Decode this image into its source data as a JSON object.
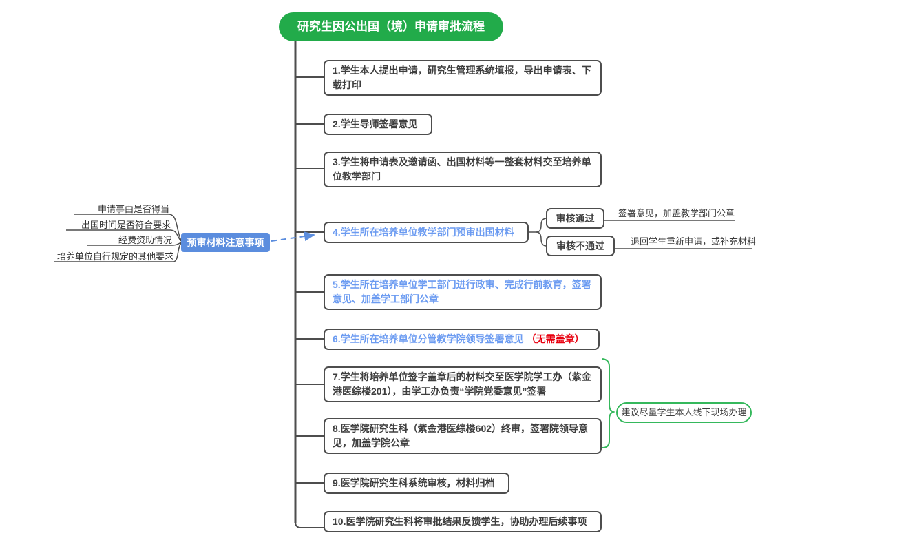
{
  "title": "研究生因公出国（境）申请审批流程",
  "colors": {
    "green": "#22ab4a",
    "brace-green": "#35b85c",
    "blue-fill": "#5b8dde",
    "blue-text": "#6b9bf1",
    "red-text": "#e8000f",
    "line-dark": "#4d4d4d",
    "text-dark": "#3e3e3e"
  },
  "steps": [
    {
      "text": "1.学生本人提出申请，研究生管理系统填报，导出申请表、下载打印"
    },
    {
      "text": "2.学生导师签署意见"
    },
    {
      "text": "3.学生将申请表及邀请函、出国材料等一整套材料交至培养单位教学部门"
    },
    {
      "text": "4.学生所在培养单位教学部门预审出国材料"
    },
    {
      "text": "5.学生所在培养单位学工部门进行政审、完成行前教育，签署意见、加盖学工部门公章"
    },
    {
      "text": "6.学生所在培养单位分管教学院领导签署意见 ",
      "red_note": "（无需盖章）"
    },
    {
      "text": "7.学生将培养单位签字盖章后的材料交至医学院学工办（紫金港医综楼201），由学工办负责“学院党委意见”签署"
    },
    {
      "text": "8.医学院研究生科（紫金港医综楼602）终审，签署院领导意见，加盖学院公章"
    },
    {
      "text": "9.医学院研究生科系统审核，材料归档"
    },
    {
      "text": "10.医学院研究生科将审批结果反馈学生，协助办理后续事项"
    }
  ],
  "precheck": {
    "label": "预审材料注意事项",
    "items": [
      "申请事由是否得当",
      "出国时间是否符合要求",
      "经费资助情况",
      "培养单位自行规定的其他要求"
    ]
  },
  "review": {
    "pass_label": "审核通过",
    "pass_note": "签署意见，加盖教学部门公章",
    "fail_label": "审核不通过",
    "fail_note": "退回学生重新申请，或补充材料"
  },
  "suggestion": "建议尽量学生本人线下现场办理"
}
